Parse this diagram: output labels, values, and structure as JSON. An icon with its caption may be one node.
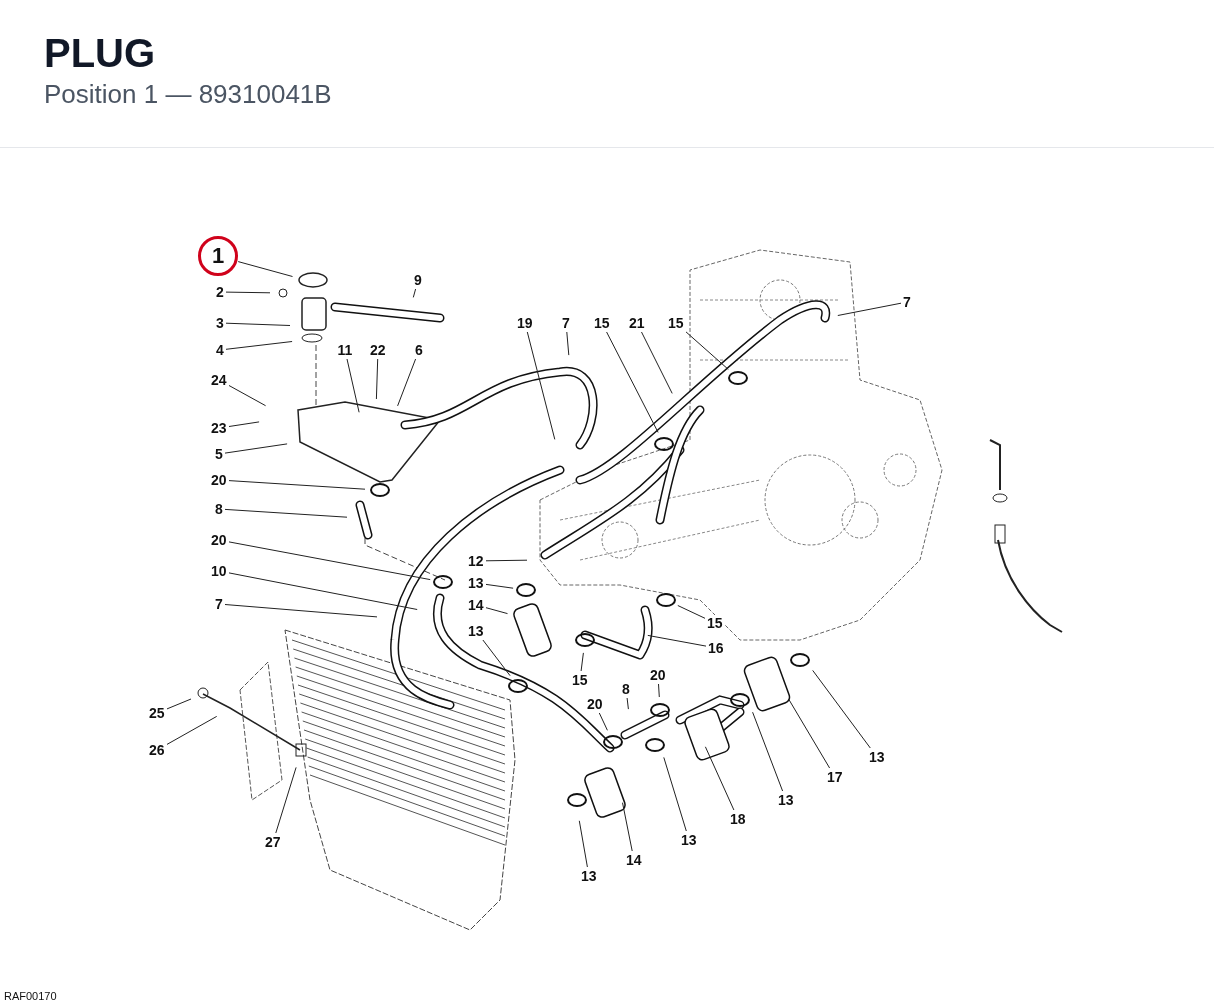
{
  "diagram": {
    "title": "PLUG",
    "nodes": [
      {
        "text": [
          "1"
        ]
      },
      {
        "text": [
          "2"
        ]
      },
      {
        "text": [
          "3"
        ]
      },
      {
        "text": [
          "4"
        ]
      },
      {
        "text": [
          "9"
        ]
      },
      {
        "text": [
          "24"
        ]
      },
      {
        "text": [
          "11"
        ]
      },
      {
        "text": [
          "22"
        ]
      },
      {
        "text": [
          "6"
        ]
      },
      {
        "text": [
          "19"
        ]
      },
      {
        "text": [
          "7"
        ]
      },
      {
        "text": [
          "15"
        ]
      },
      {
        "text": [
          "21"
        ]
      },
      {
        "text": [
          "15"
        ]
      },
      {
        "text": [
          "7"
        ]
      },
      {
        "text": [
          "23"
        ]
      },
      {
        "text": [
          "5"
        ]
      },
      {
        "text": [
          "20"
        ]
      },
      {
        "text": [
          "8"
        ]
      },
      {
        "text": [
          "20"
        ]
      },
      {
        "text": [
          "12"
        ]
      },
      {
        "text": [
          "10"
        ]
      },
      {
        "text": [
          "13"
        ]
      },
      {
        "text": [
          "7"
        ]
      },
      {
        "text": [
          "14"
        ]
      },
      {
        "text": [
          "15"
        ]
      },
      {
        "text": [
          "13"
        ]
      },
      {
        "text": [
          "16"
        ]
      },
      {
        "text": [
          "20"
        ]
      },
      {
        "text": [
          "15"
        ]
      },
      {
        "text": [
          "8"
        ]
      },
      {
        "text": [
          "20"
        ]
      },
      {
        "text": [
          "25"
        ]
      },
      {
        "text": [
          "26"
        ]
      },
      {
        "text": [
          "13"
        ]
      },
      {
        "text": [
          "17"
        ]
      },
      {
        "text": [
          "13"
        ]
      },
      {
        "text": [
          "18"
        ]
      },
      {
        "text": [
          "27"
        ]
      },
      {
        "text": [
          "13"
        ]
      },
      {
        "text": [
          "14"
        ]
      },
      {
        "text": [
          "13"
        ]
      }
    ],
    "edges": [
      {
        "from": 0,
        "to": null,
        "arrow": "none"
      },
      {
        "from": 1,
        "to": null,
        "arrow": "none"
      },
      {
        "from": 2,
        "to": null,
        "arrow": "none"
      },
      {
        "from": 3,
        "to": null,
        "arrow": "none"
      },
      {
        "from": 4,
        "to": null,
        "arrow": "none"
      },
      {
        "from": 5,
        "to": null,
        "arrow": "none"
      },
      {
        "from": 6,
        "to": null,
        "arrow": "none"
      },
      {
        "from": 7,
        "to": null,
        "arrow": "none"
      },
      {
        "from": 8,
        "to": null,
        "arrow": "none"
      },
      {
        "from": 9,
        "to": null,
        "arrow": "none"
      },
      {
        "from": 10,
        "to": null,
        "arrow": "none"
      },
      {
        "from": 11,
        "to": null,
        "arrow": "none"
      },
      {
        "from": 12,
        "to": null,
        "arrow": "none"
      },
      {
        "from": 13,
        "to": null,
        "arrow": "none"
      },
      {
        "from": 14,
        "to": null,
        "arrow": "none"
      },
      {
        "from": 15,
        "to": null,
        "arrow": "none"
      },
      {
        "from": 16,
        "to": null,
        "arrow": "none"
      },
      {
        "from": 17,
        "to": null,
        "arrow": "none"
      },
      {
        "from": 18,
        "to": null,
        "arrow": "none"
      },
      {
        "from": 19,
        "to": null,
        "arrow": "none"
      },
      {
        "from": 20,
        "to": null,
        "arrow": "none"
      },
      {
        "from": 21,
        "to": null,
        "arrow": "none"
      },
      {
        "from": 22,
        "to": null,
        "arrow": "none"
      },
      {
        "from": 23,
        "to": null,
        "arrow": "none"
      },
      {
        "from": 24,
        "to": null,
        "arrow": "none"
      },
      {
        "from": 25,
        "to": null,
        "arrow": "none"
      },
      {
        "from": 26,
        "to": null,
        "arrow": "none"
      },
      {
        "from": 27,
        "to": null,
        "arrow": "none"
      },
      {
        "from": 28,
        "to": null,
        "arrow": "none"
      },
      {
        "from": 29,
        "to": null,
        "arrow": "none"
      },
      {
        "from": 30,
        "to": null,
        "arrow": "none"
      },
      {
        "from": 31,
        "to": null,
        "arrow": "none"
      },
      {
        "from": 32,
        "to": null,
        "arrow": "none"
      },
      {
        "from": 33,
        "to": null,
        "arrow": "none"
      },
      {
        "from": 34,
        "to": null,
        "arrow": "none"
      },
      {
        "from": 35,
        "to": null,
        "arrow": "none"
      },
      {
        "from": 36,
        "to": null,
        "arrow": "none"
      },
      {
        "from": 37,
        "to": null,
        "arrow": "none"
      },
      {
        "from": 38,
        "to": null,
        "arrow": "none"
      },
      {
        "from": 39,
        "to": null,
        "arrow": "none"
      },
      {
        "from": 40,
        "to": null,
        "arrow": "none"
      },
      {
        "from": 41,
        "to": null,
        "arrow": "none"
      }
    ],
    "labels": [
      "Position 1 — 89310041B",
      "RAF00170"
    ]
  }
}
